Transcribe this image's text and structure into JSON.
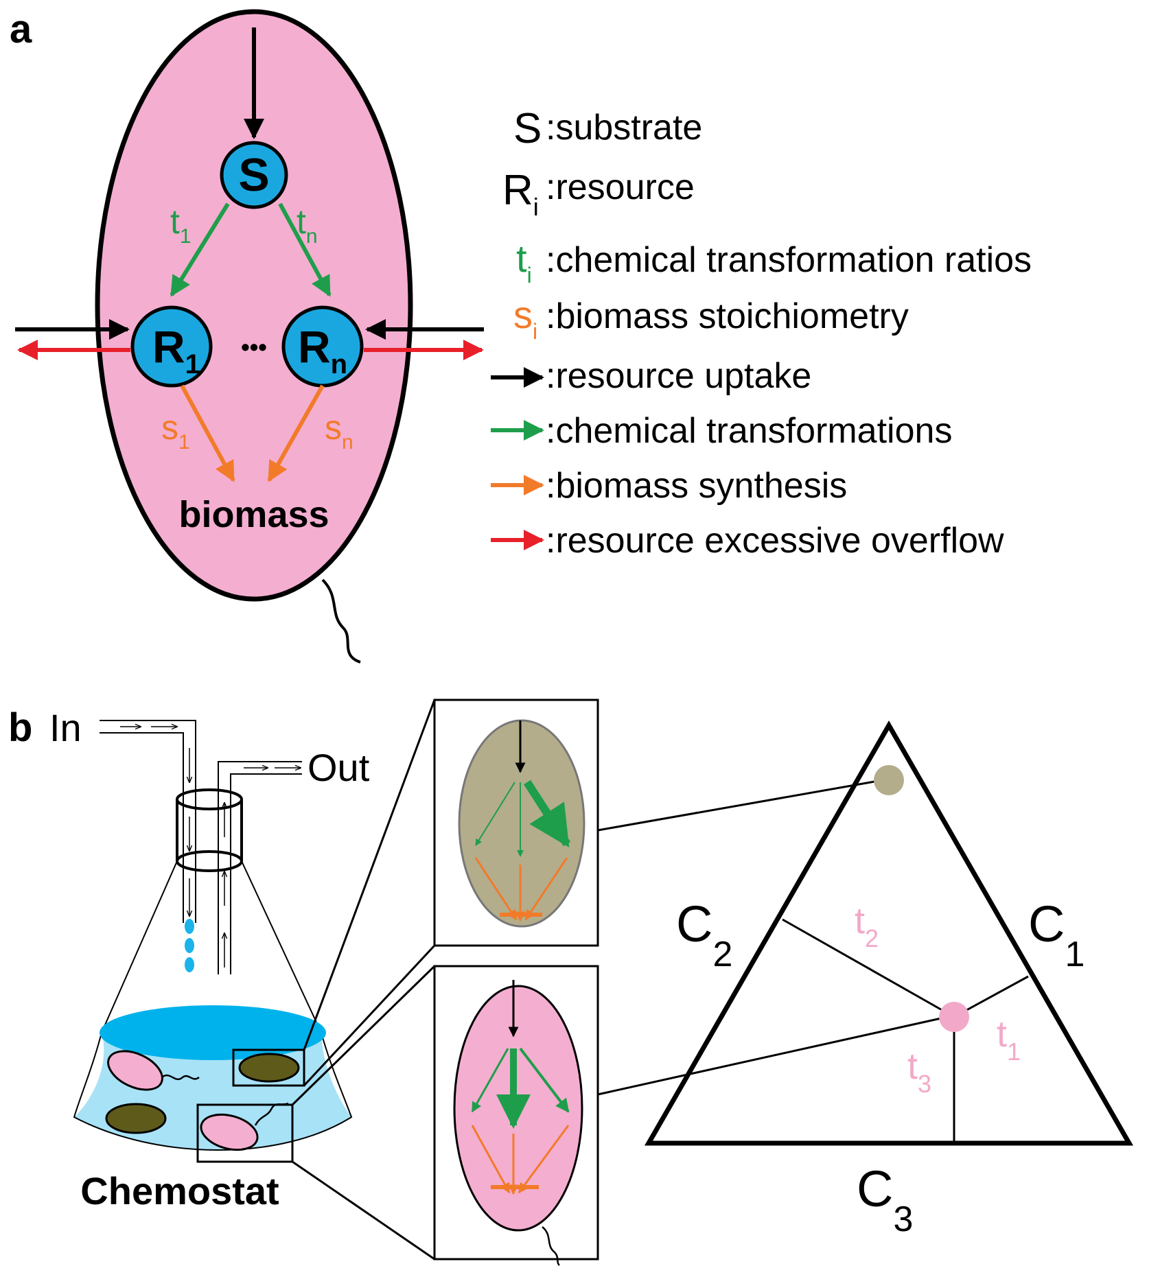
{
  "panel_a": {
    "label": "a",
    "node_s": "S",
    "t1_base": "t",
    "t1_sub": "1",
    "tn_base": "t",
    "tn_sub": "n",
    "r1_base": "R",
    "r1_sub": "1",
    "rn_base": "R",
    "rn_sub": "n",
    "dots": "•••",
    "s1_base": "s",
    "s1_sub": "1",
    "sn_base": "s",
    "sn_sub": "n",
    "biomass": "biomass",
    "colors": {
      "cell_fill": "#f4aed0",
      "node_fill": "#1aa7e0",
      "transform": "#1e9e4a",
      "synthesis": "#f27b2a",
      "overflow": "#e8202a",
      "uptake": "#000000"
    }
  },
  "legend": [
    {
      "symbol": "S",
      "sub": "",
      "text": ":substrate"
    },
    {
      "symbol": "R",
      "sub": "i",
      "text": ":resource"
    },
    {
      "symbol": "t",
      "sub": "i",
      "text": ":chemical transformation ratios"
    },
    {
      "symbol": "s",
      "sub": "i",
      "text": ":biomass stoichiometry"
    },
    {
      "symbol": "arrow-black",
      "sub": "",
      "text": ":resource uptake"
    },
    {
      "symbol": "arrow-green",
      "sub": "",
      "text": ":chemical transformations"
    },
    {
      "symbol": "arrow-orange",
      "sub": "",
      "text": ":biomass synthesis"
    },
    {
      "symbol": "arrow-red",
      "sub": "",
      "text": ":resource excessive overflow"
    }
  ],
  "panel_b": {
    "label": "b",
    "in_label": "In",
    "out_label": "Out",
    "chemostat_label": "Chemostat",
    "c1_base": "C",
    "c1_sub": "1",
    "c2_base": "C",
    "c2_sub": "2",
    "c3_base": "C",
    "c3_sub": "3",
    "t1_base": "t",
    "t1_sub": "1",
    "t2_base": "t",
    "t2_sub": "2",
    "t3_base": "t",
    "t3_sub": "3",
    "colors": {
      "liquid": "#a8e2f6",
      "liquid_top": "#00b2ec",
      "drop": "#1ab3ea",
      "olive_cell": "#b3ad8c",
      "dark_cell": "#5e5a1a",
      "pink_cell": "#f4aed0",
      "pink_label": "#f2a9c9"
    }
  }
}
